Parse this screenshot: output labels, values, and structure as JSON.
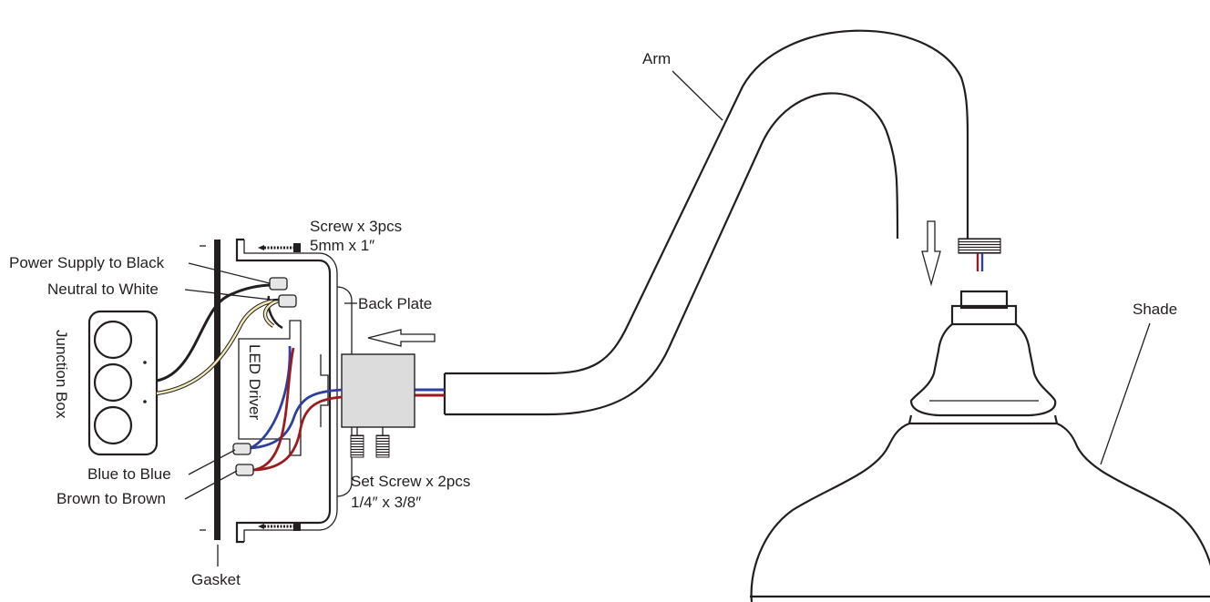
{
  "labels": {
    "arm": "Arm",
    "shade": "Shade",
    "screw_line1": "Screw x 3pcs",
    "screw_line2": "5mm x 1″",
    "power_supply": "Power Supply to Black",
    "neutral": "Neutral to White",
    "back_plate": "Back Plate",
    "junction_box": "Junction Box",
    "led_driver": "LED Driver",
    "blue_to_blue": "Blue to Blue",
    "brown_to_brown": "Brown to Brown",
    "set_screw_line1": "Set Screw x 2pcs",
    "set_screw_line2": "1/4″ x 3/8″",
    "gasket": "Gasket"
  },
  "colors": {
    "line": "#231f20",
    "blue_wire": "#2e3f9e",
    "brown_wire": "#9b1c1f",
    "white_wire": "#efe8b8",
    "connector_fill": "#e6e6e6",
    "housing_fill": "#dcdcdc"
  }
}
